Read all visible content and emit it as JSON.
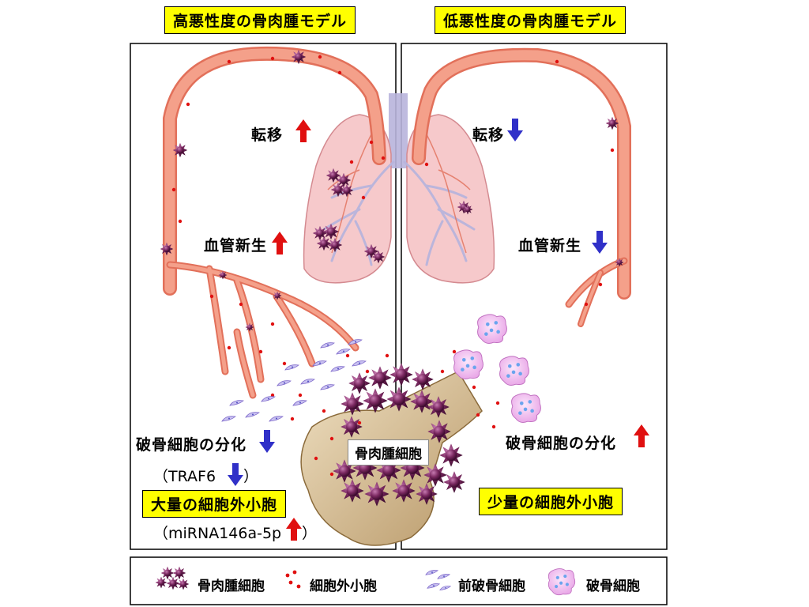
{
  "titles": {
    "left": "高悪性度の骨肉腫モデル",
    "right": "低悪性度の骨肉腫モデル"
  },
  "left_panel": {
    "metastasis": "転移",
    "angiogenesis": "血管新生",
    "osteoclast_diff": "破骨細胞の分化",
    "traf6": "（TRAF6",
    "traf6_close": "）",
    "ev_amount": "大量の細胞外小胞",
    "mirna": "（miRNA146a-5p",
    "mirna_close": "）"
  },
  "right_panel": {
    "metastasis": "転移",
    "angiogenesis": "血管新生",
    "osteoclast_diff": "破骨細胞の分化",
    "ev_amount": "少量の細胞外小胞"
  },
  "center_label": "骨肉腫細胞",
  "legend": {
    "items": [
      {
        "icon": "osteosarcoma-cell-icon",
        "label": "骨肉腫細胞"
      },
      {
        "icon": "extracellular-vesicle-icon",
        "label": "細胞外小胞"
      },
      {
        "icon": "pre-osteoclast-icon",
        "label": "前破骨細胞"
      },
      {
        "icon": "osteoclast-icon",
        "label": "破骨細胞"
      }
    ]
  },
  "colors": {
    "vessel": "#f4a08a",
    "vessel_edge": "#e2705a",
    "lung": "#f6c9cb",
    "lung_edge": "#d48a90",
    "bronchi": "#b8b4dc",
    "tumor": "#7a2860",
    "vesicle": "#e01010",
    "up_arrow": "#e01010",
    "down_arrow": "#3030c8",
    "osteoclast": "#f0b4ee",
    "bone": "#d9c29c",
    "highlight": "#ffff00"
  }
}
